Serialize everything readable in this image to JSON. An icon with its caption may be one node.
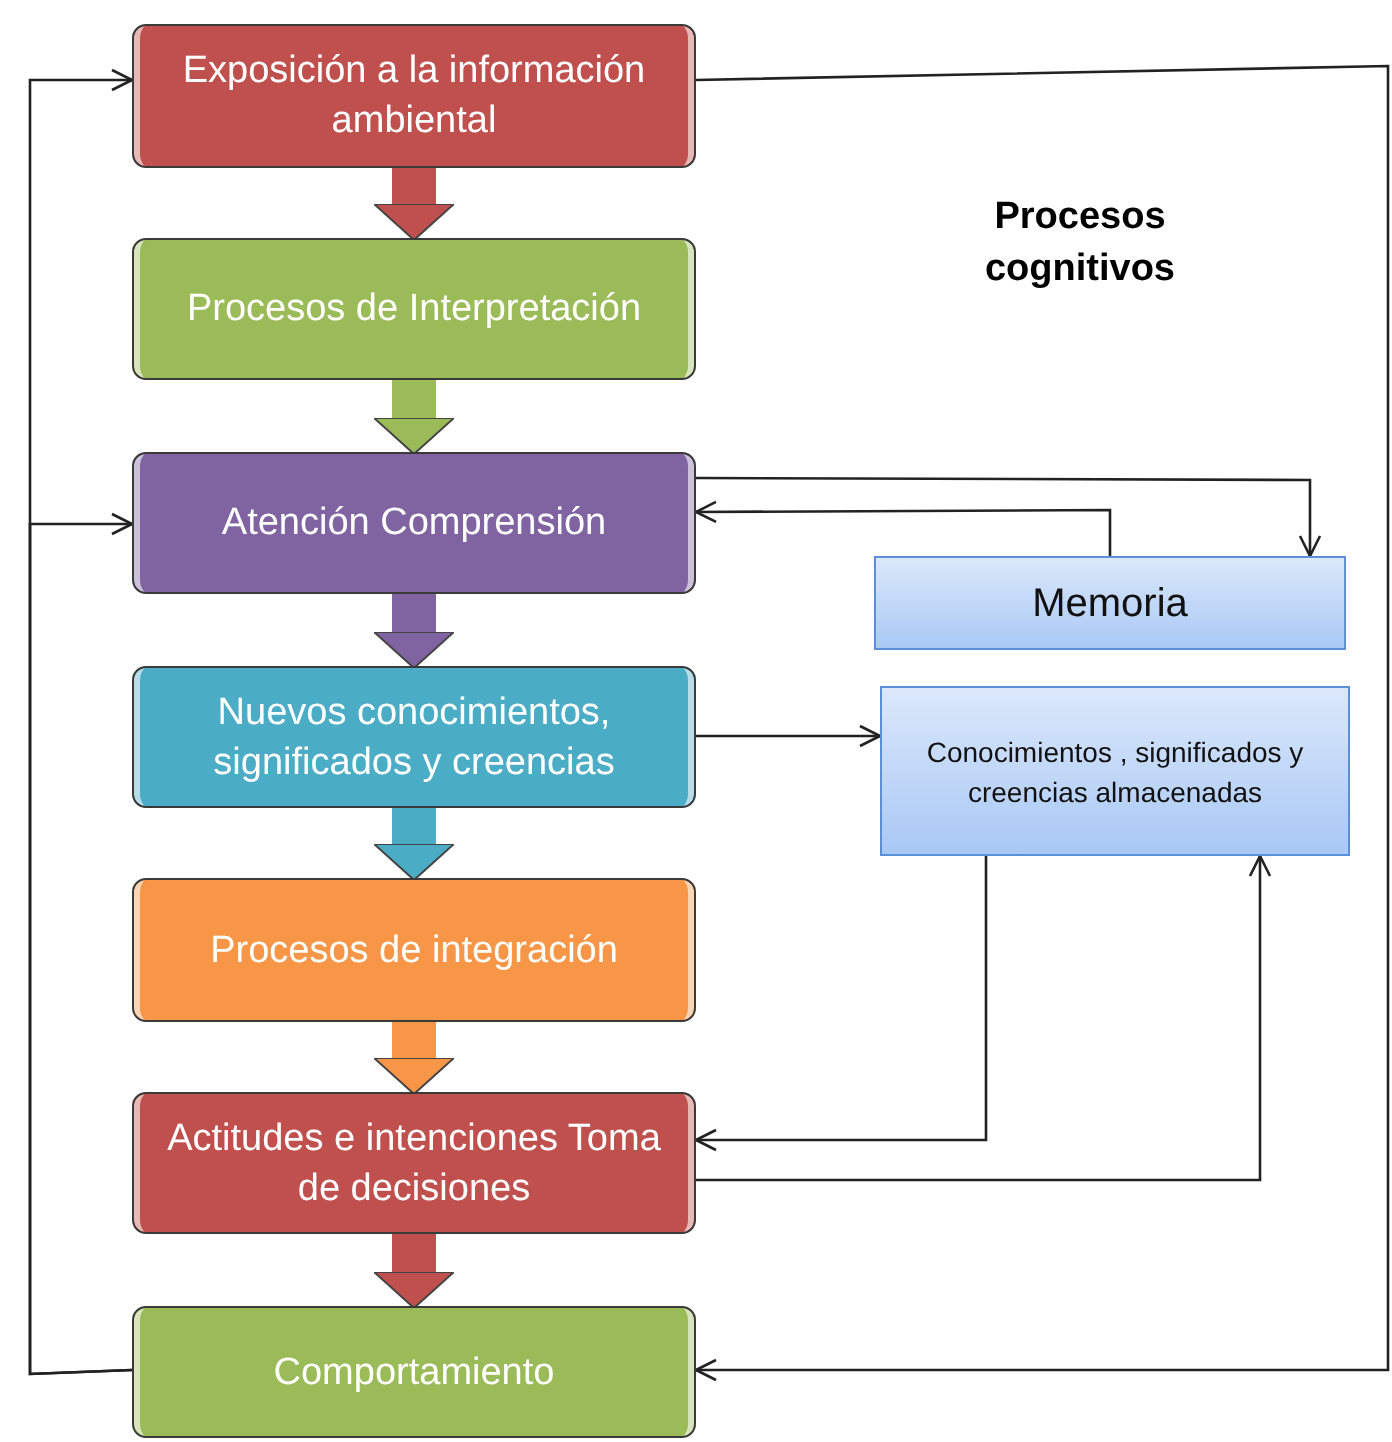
{
  "diagram": {
    "title": "Procesos cognitivos",
    "nodes": [
      {
        "text": [
          "Exposición a la información ambiental"
        ]
      },
      {
        "text": [
          "Procesos de Interpretación"
        ]
      },
      {
        "text": [
          "Atención Comprensión"
        ]
      },
      {
        "text": [
          "Memoria"
        ]
      },
      {
        "text": [
          "Nuevos conocimientos, significados y creencias"
        ]
      },
      {
        "text": [
          "Conocimientos , significados y creencias almacenadas"
        ]
      },
      {
        "text": [
          "Procesos de integración"
        ]
      },
      {
        "text": [
          "Actitudes e intenciones Toma de decisiones"
        ]
      },
      {
        "text": [
          "Comportamiento"
        ]
      }
    ],
    "edges": [
      {
        "from": 0,
        "to": 1,
        "arrow": "to",
        "style": "thick",
        "color": "#c0504d"
      },
      {
        "from": 1,
        "to": 2,
        "arrow": "to",
        "style": "thick",
        "color": "#9bbb59"
      },
      {
        "from": 2,
        "to": 4,
        "arrow": "to",
        "style": "thick",
        "color": "#8064a2"
      },
      {
        "from": 4,
        "to": 6,
        "arrow": "to",
        "style": "thick",
        "color": "#4bacc6"
      },
      {
        "from": 6,
        "to": 7,
        "arrow": "to",
        "style": "thick",
        "color": "#f79646"
      },
      {
        "from": 7,
        "to": 8,
        "arrow": "to",
        "style": "thick",
        "color": "#c0504d"
      },
      {
        "from": 0,
        "to": 8,
        "arrow": "to"
      },
      {
        "from": 8,
        "to": 0,
        "arrow": "to"
      },
      {
        "from": 8,
        "to": 2,
        "arrow": "to"
      },
      {
        "from": 2,
        "to": 3,
        "arrow": "to"
      },
      {
        "from": 3,
        "to": 2,
        "arrow": "to"
      },
      {
        "from": 4,
        "to": 5,
        "arrow": "to"
      },
      {
        "from": 5,
        "to": 7,
        "arrow": "to"
      },
      {
        "from": 7,
        "to": 5,
        "arrow": "to"
      }
    ]
  }
}
